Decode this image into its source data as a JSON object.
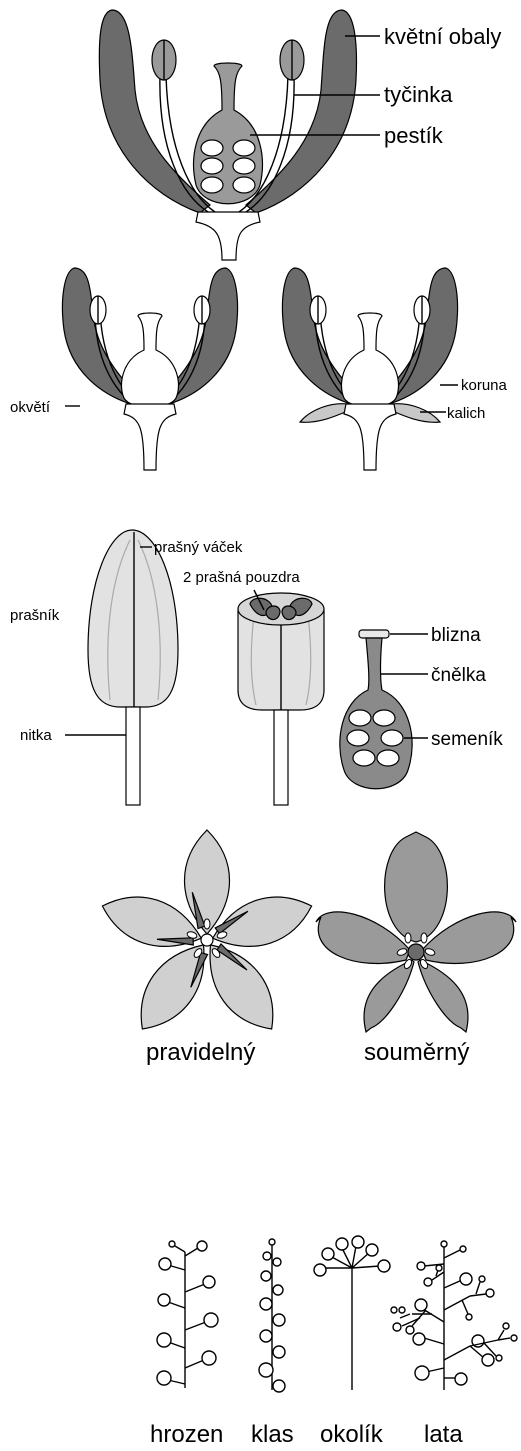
{
  "labels": {
    "kvetni_obaly": "květní obaly",
    "tycinka": "tyčinka",
    "pestik": "pestík",
    "okveti": "okvětí",
    "koruna": "koruna",
    "kalich": "kalich",
    "prasny_vacek": "prašný váček",
    "prasna_pouzdra": "2 prašná pouzdra",
    "prasnik": "prašník",
    "nitka": "nitka",
    "blizna": "blizna",
    "cnelka": "čnělka",
    "semenik": "semeník",
    "pravidelny": "pravidelný",
    "soumerny": "souměrný",
    "hrozen": "hrozen",
    "klas": "klas",
    "okolik": "okolík",
    "lata": "lata"
  },
  "colors": {
    "dark_petal": "#6b6b6b",
    "mid_petal": "#9a9a9a",
    "light_fill": "#d6d6d6",
    "pale_fill": "#e8e8e8",
    "outline": "#000000"
  }
}
